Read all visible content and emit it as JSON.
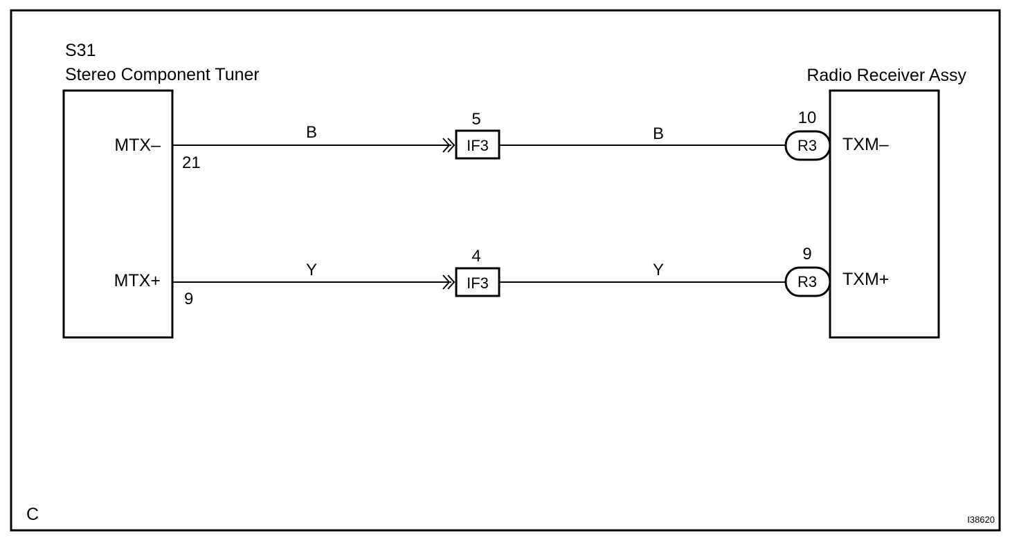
{
  "diagram": {
    "corner_label": "C",
    "figure_id": "I38620",
    "left_component": {
      "code": "S31",
      "name": "Stereo Component Tuner",
      "terminals": [
        {
          "name": "MTX–",
          "pin": "21"
        },
        {
          "name": "MTX+",
          "pin": "9"
        }
      ]
    },
    "right_component": {
      "name": "Radio Receiver Assy",
      "terminals": [
        {
          "name": "TXM–",
          "pin": "10",
          "connector": "R3"
        },
        {
          "name": "TXM+",
          "pin": "9",
          "connector": "R3"
        }
      ]
    },
    "circuits": [
      {
        "wire_color_left": "B",
        "wire_color_right": "B",
        "junction_connector": "IF3",
        "junction_pin": "5"
      },
      {
        "wire_color_left": "Y",
        "wire_color_right": "Y",
        "junction_connector": "IF3",
        "junction_pin": "4"
      }
    ]
  }
}
